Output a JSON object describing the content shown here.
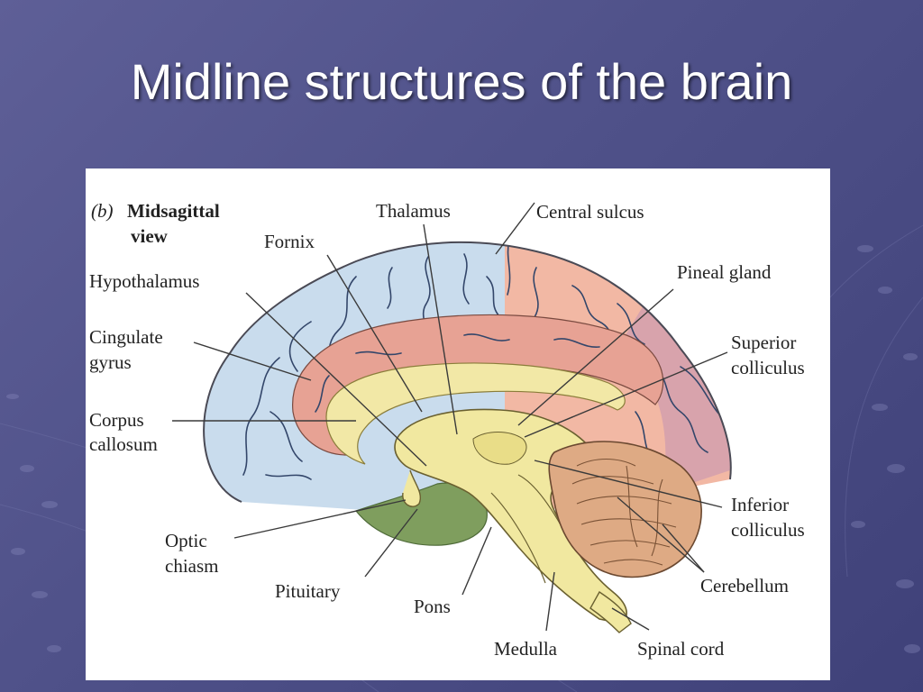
{
  "slide": {
    "title": "Midline structures of the brain",
    "background_color": "#54568f"
  },
  "figure": {
    "panel_label": "(b)",
    "view_title": [
      "Midsagittal",
      "view"
    ],
    "region_colors": {
      "frontal_lobe": "#c9dced",
      "parietal_lobe": "#f2b8a4",
      "occipital_lobe": "#d8a3ac",
      "cingulate_gyrus": "#e7a294",
      "corpus_callosum": "#f2e8a6",
      "brainstem": "#f1e8a0",
      "temporal_lobe": "#7f9e5e",
      "cerebellum": "#deaa84"
    },
    "labels": {
      "thalamus": "Thalamus",
      "central_sulcus": "Central sulcus",
      "fornix": "Fornix",
      "hypothalamus": "Hypothalamus",
      "pineal_gland": "Pineal gland",
      "cingulate_gyrus": [
        "Cingulate",
        "gyrus"
      ],
      "superior_colliculus": [
        "Superior",
        "colliculus"
      ],
      "corpus_callosum": [
        "Corpus",
        "callosum"
      ],
      "inferior_colliculus": [
        "Inferior",
        "colliculus"
      ],
      "optic_chiasm": [
        "Optic",
        "chiasm"
      ],
      "cerebellum": "Cerebellum",
      "pituitary": "Pituitary",
      "pons": "Pons",
      "medulla": "Medulla",
      "spinal_cord": "Spinal cord"
    }
  }
}
